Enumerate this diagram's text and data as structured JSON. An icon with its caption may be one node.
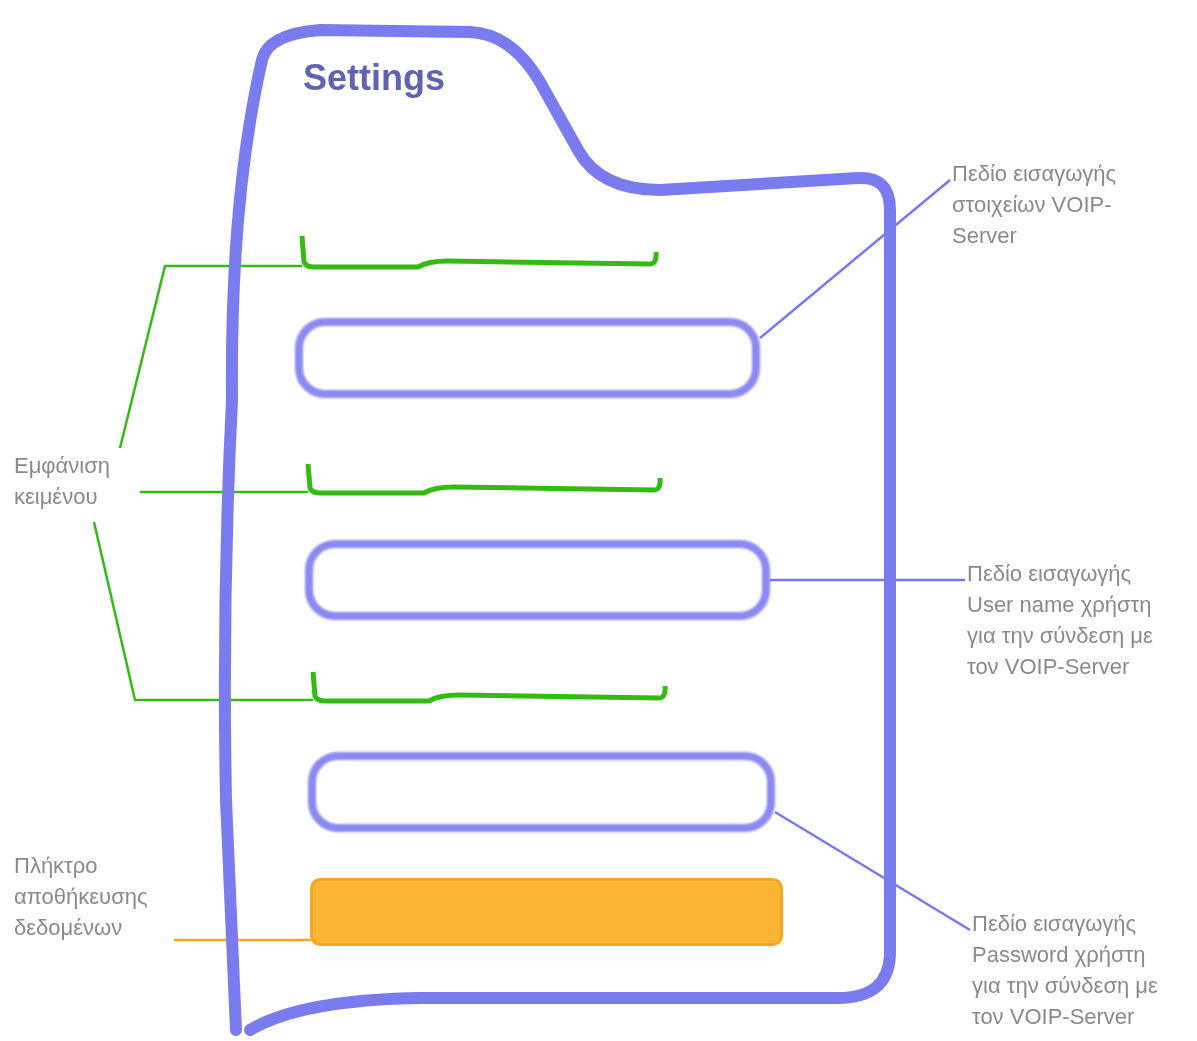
{
  "diagram": {
    "nodes": [
      {
        "text": [
          "Settings"
        ]
      },
      {
        "text": [],
        "shape": "bar",
        "in": 0
      },
      {
        "text": [],
        "shape": "box",
        "in": 0
      },
      {
        "text": [],
        "shape": "bar",
        "in": 0
      },
      {
        "text": [],
        "shape": "box",
        "in": 0
      },
      {
        "text": [],
        "shape": "bar",
        "in": 0
      },
      {
        "text": [],
        "shape": "box",
        "in": 0
      },
      {
        "text": [],
        "shape": "button",
        "in": 0
      },
      {
        "text": [
          "Εμφάνιση κειμένου"
        ]
      },
      {
        "text": [
          "Πλήκτρο αποθήκευσης δεδομένων"
        ]
      },
      {
        "text": [
          "Πεδίο εισαγωγής στοιχείων VOIP-Server"
        ]
      },
      {
        "text": [
          "Πεδίο εισαγωγής User name χρήστη για την σύνδεση με τον VOIP-Server"
        ]
      },
      {
        "text": [
          "Πεδίο εισαγωγής Password χρήστη για την σύνδεση με τον VOIP-Server"
        ]
      }
    ],
    "edges": [
      {
        "from": 8,
        "to": 1,
        "arrow": "none",
        "color": "#33bb11"
      },
      {
        "from": 8,
        "to": 3,
        "arrow": "none",
        "color": "#33bb11"
      },
      {
        "from": 8,
        "to": 5,
        "arrow": "none",
        "color": "#33bb11"
      },
      {
        "from": 9,
        "to": 7,
        "arrow": "none",
        "color": "#f5a623"
      },
      {
        "from": 10,
        "to": 2,
        "arrow": "none",
        "color": "#7777ee"
      },
      {
        "from": 11,
        "to": 4,
        "arrow": "none",
        "color": "#7777ee"
      },
      {
        "from": 12,
        "to": 6,
        "arrow": "none",
        "color": "#7777ee"
      }
    ]
  }
}
